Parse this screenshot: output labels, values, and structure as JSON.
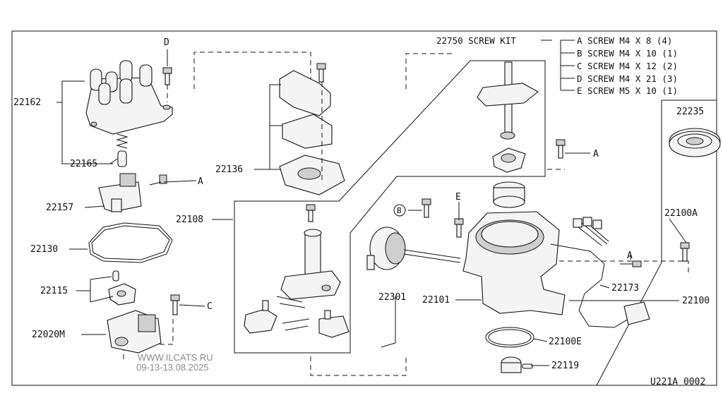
{
  "diagram_code": "U221A 0002",
  "watermark": {
    "site": "WWW.ILCATS.RU",
    "date": "09-13-13.08.2025"
  },
  "screw_kit": {
    "label": "22750 SCREW KIT",
    "items": [
      {
        "letter": "A",
        "text": "A SCREW M4 X 8  (4)"
      },
      {
        "letter": "B",
        "text": "B SCREW M4 X 10  (1)"
      },
      {
        "letter": "C",
        "text": "C SCREW M4 X 12  (2)"
      },
      {
        "letter": "D",
        "text": "D SCREW M4 X 21  (3)"
      },
      {
        "letter": "E",
        "text": "E SCREW M5 X 10  (1)"
      }
    ]
  },
  "callouts": {
    "p22162": "22162",
    "p22165": "22165",
    "p22157": "22157",
    "p22130": "22130",
    "p22115": "22115",
    "p22020M": "22020M",
    "p22136": "22136",
    "p22108": "22108",
    "p22301": "22301",
    "p22101": "22101",
    "p22173": "22173",
    "p22100": "22100",
    "p22100A": "22100A",
    "p22100E": "22100E",
    "p22119": "22119",
    "p22235": "22235"
  },
  "screw_markers": {
    "d": "D",
    "a_upper": "A",
    "a_left": "A",
    "a_right": "A",
    "b": "B",
    "c": "C",
    "e": "E"
  }
}
